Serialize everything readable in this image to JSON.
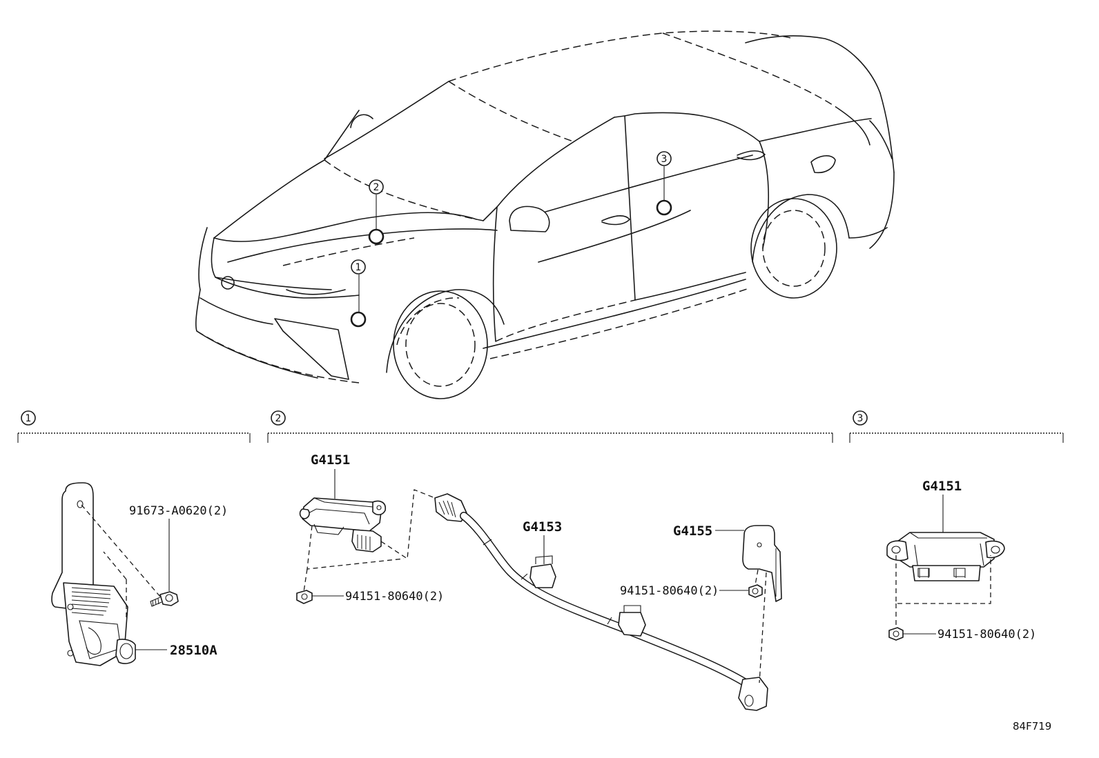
{
  "markers": {
    "m1": "1",
    "m2": "2",
    "m3": "3"
  },
  "sections": [
    {
      "id": "1",
      "parts": [
        "91673-A0620(2)",
        "28510A"
      ]
    },
    {
      "id": "2",
      "parts": [
        "G4151",
        "94151-80640(2)",
        "G4153",
        "G4155",
        "94151-80640(2)"
      ]
    },
    {
      "id": "3",
      "parts": [
        "G4151",
        "94151-80640(2)"
      ]
    }
  ],
  "labels": {
    "s1_bolt": "91673-A0620(2)",
    "s1_sensor": "28510A",
    "s2_module": "G4151",
    "s2_bolt": "94151-80640(2)",
    "s2_harness": "G4153",
    "s2_bracket": "G4155",
    "s2_bolt_right": "94151-80640(2)",
    "s3_module": "G4151",
    "s3_bolt": "94151-80640(2)"
  },
  "diagram_code": "84F719"
}
